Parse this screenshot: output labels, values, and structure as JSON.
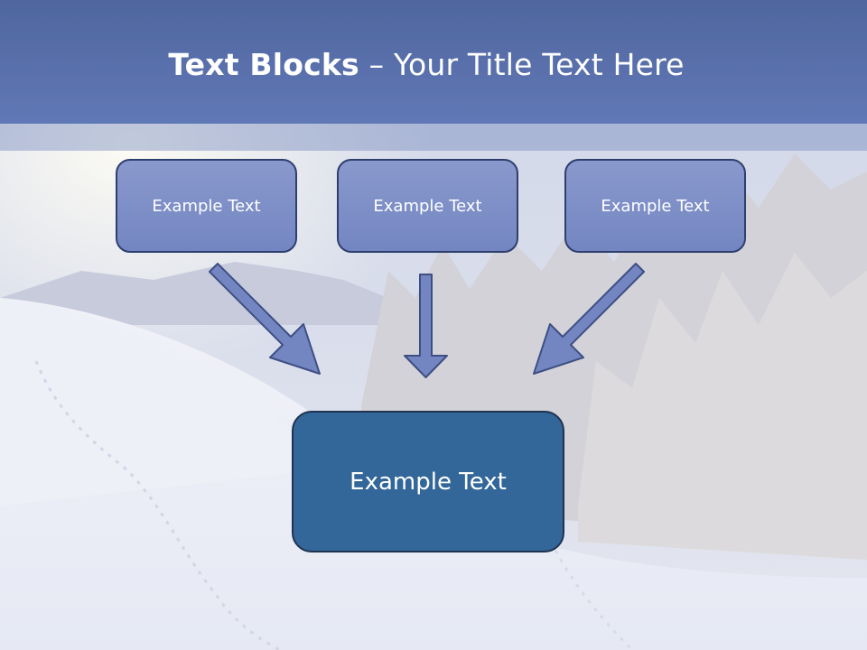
{
  "title": {
    "bold": "Text Blocks",
    "rest": " – Your Title Text Here"
  },
  "boxes": {
    "left": "Example Text",
    "center": "Example Text",
    "right": "Example Text",
    "main": "Example Text"
  },
  "colors": {
    "title_bar": "#5a70ad",
    "small_box_fill": "#7f90c8",
    "small_box_border": "#2e3f6e",
    "main_box_fill": "#336699",
    "arrow_fill": "#7486c2",
    "arrow_stroke": "#3d4f82"
  }
}
